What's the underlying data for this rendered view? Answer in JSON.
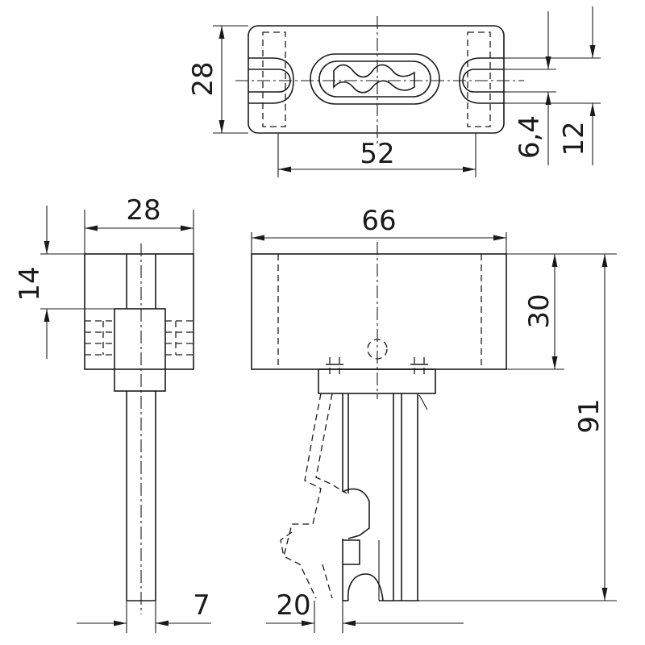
{
  "dimensions": {
    "top_view": {
      "height": "28",
      "width": "52",
      "slot_width": "6,4",
      "slot_spacing": "12"
    },
    "side_view": {
      "width": "28",
      "height": "14",
      "shaft": "7"
    },
    "front_view": {
      "width": "66",
      "height": "30",
      "total_height": "91",
      "offset": "20"
    }
  }
}
